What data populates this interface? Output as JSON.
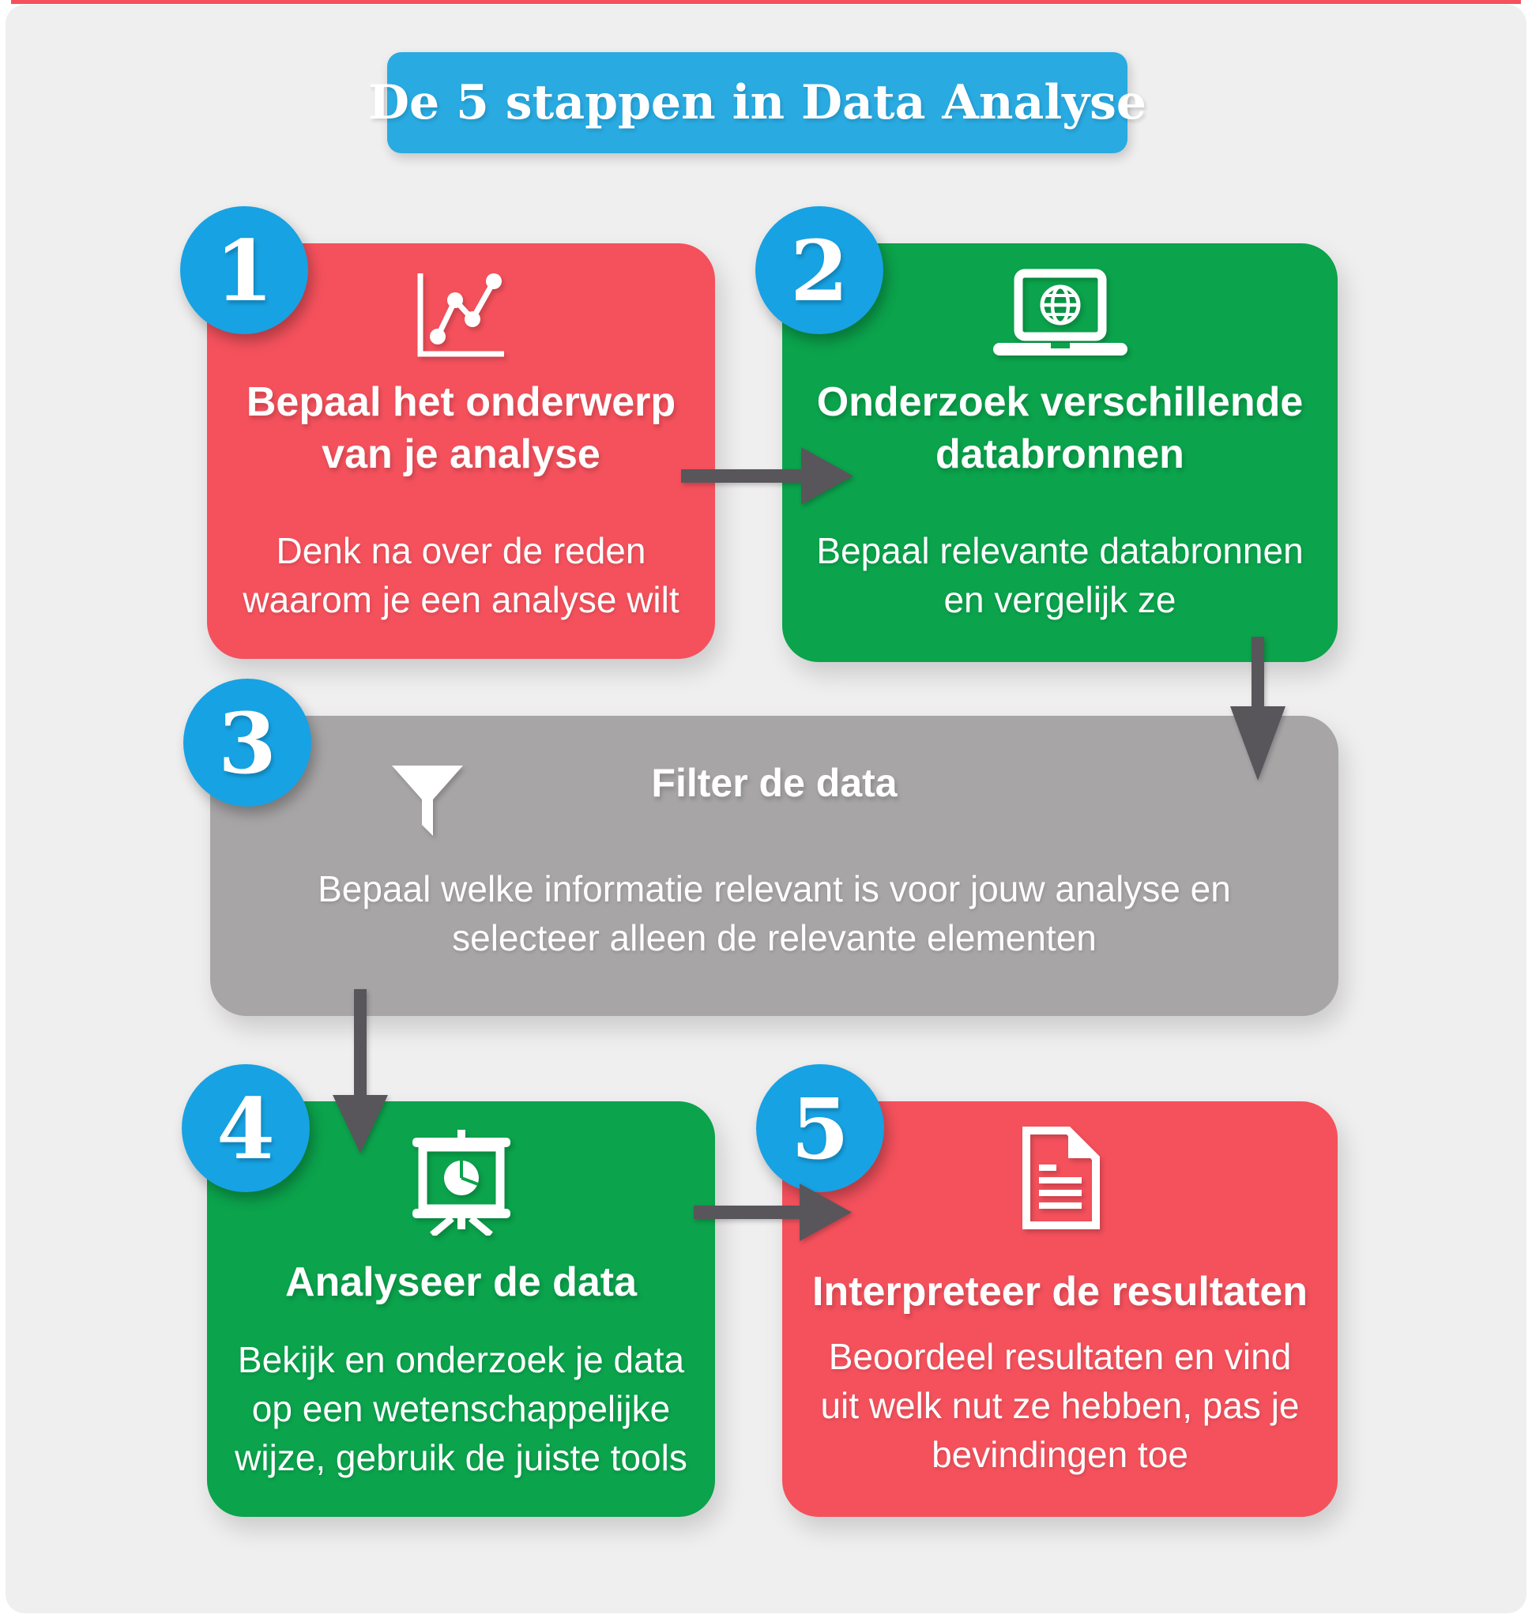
{
  "title": {
    "label": "De 5 stappen in Data Analyse"
  },
  "colors": {
    "banner_blue": "#29abe2",
    "badge_blue": "#17a2e3",
    "red": "#f4515c",
    "green": "#0ba34c",
    "gray": "#a7a5a6",
    "arrow_gray": "#58565a",
    "background": "#f0efef",
    "text": "#ffffff"
  },
  "steps": [
    {
      "number": "1",
      "icon": "line-chart-icon",
      "color": "red",
      "title_lines": [
        "Bepaal het onderwerp",
        "van je analyse"
      ],
      "body_lines": [
        "Denk na over de reden",
        "waarom je een analyse wilt"
      ]
    },
    {
      "number": "2",
      "icon": "laptop-globe-icon",
      "color": "green",
      "title_lines": [
        "Onderzoek verschillende",
        "databronnen"
      ],
      "body_lines": [
        "Bepaal relevante databronnen",
        "en vergelijk ze"
      ]
    },
    {
      "number": "3",
      "icon": "funnel-icon",
      "color": "gray",
      "title_lines": [
        "Filter de data"
      ],
      "body_lines": [
        "Bepaal welke informatie relevant is voor jouw analyse en",
        "selecteer alleen de relevante elementen"
      ]
    },
    {
      "number": "4",
      "icon": "presentation-chart-icon",
      "color": "green",
      "title_lines": [
        "Analyseer de data"
      ],
      "body_lines": [
        "Bekijk en onderzoek je data",
        "op een wetenschappelijke",
        "wijze, gebruik de juiste tools"
      ]
    },
    {
      "number": "5",
      "icon": "document-icon",
      "color": "red",
      "title_lines": [
        "Interpreteer de resultaten"
      ],
      "body_lines": [
        "Beoordeel resultaten en vind",
        "uit welk nut ze hebben, pas je",
        "bevindingen toe"
      ]
    }
  ]
}
